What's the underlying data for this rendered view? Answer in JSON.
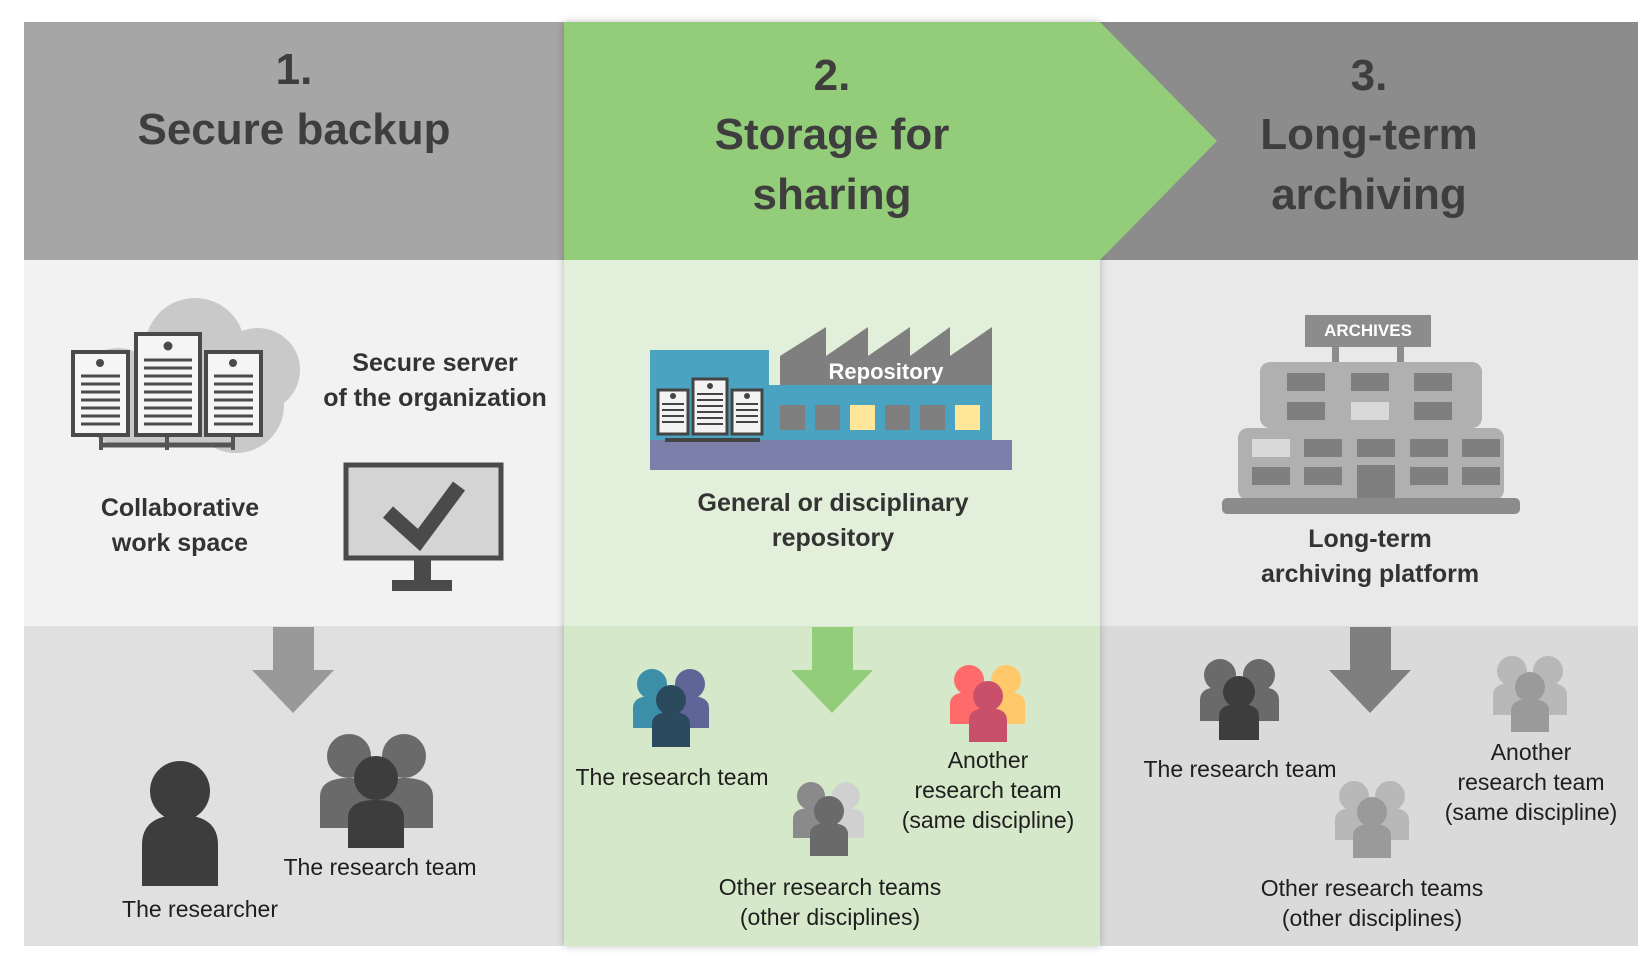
{
  "columns": [
    {
      "number": "1.",
      "title_lines": [
        "Secure backup"
      ],
      "items": [
        {
          "lines": [
            "Secure server",
            "of the organization"
          ]
        },
        {
          "lines": [
            "Collaborative",
            "work space"
          ]
        }
      ],
      "audience": [
        {
          "label": "The researcher"
        },
        {
          "label": "The research team"
        }
      ]
    },
    {
      "number": "2.",
      "title_lines": [
        "Storage for",
        "sharing"
      ],
      "items": [
        {
          "lines": [
            "General or disciplinary",
            "repository"
          ],
          "sign": "Repository"
        }
      ],
      "audience": [
        {
          "label": "The research team"
        },
        {
          "lines": [
            "Another",
            "research team",
            "(same discipline)"
          ]
        },
        {
          "lines": [
            "Other research teams",
            "(other disciplines)"
          ]
        }
      ]
    },
    {
      "number": "3.",
      "title_lines": [
        "Long-term",
        "archiving"
      ],
      "items": [
        {
          "lines": [
            "Long-term",
            "archiving platform"
          ],
          "sign": "ARCHIVES"
        }
      ],
      "audience": [
        {
          "label": "The research team"
        },
        {
          "lines": [
            "Another",
            "research team",
            "(same discipline)"
          ]
        },
        {
          "lines": [
            "Other research teams",
            "(other disciplines)"
          ]
        }
      ]
    }
  ],
  "colors": {
    "header_gray": "#a6a6a6",
    "header_dark": "#8c8c8c",
    "header_green": "#93cd7a",
    "mid_light": "#f2f2f2",
    "mid_right": "#e9e9e9",
    "mid_green": "#e2efda",
    "bottom_gray": "#e0e0e0",
    "bottom_right": "#dadada",
    "bottom_green": "#d5e8c9",
    "repo_blue": "#4ba3c2",
    "repo_purple": "#7d7fab"
  }
}
